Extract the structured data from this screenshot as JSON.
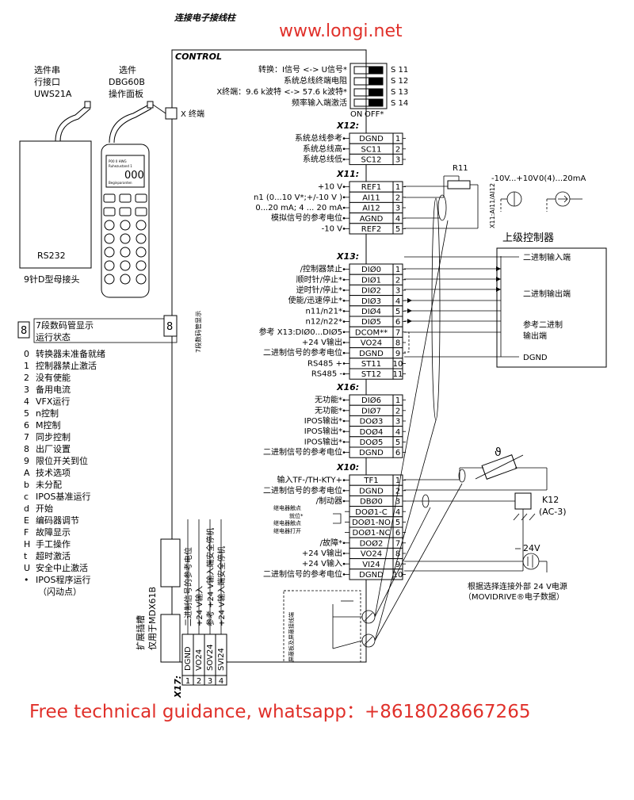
{
  "title": "连接电子接线柱",
  "watermark_top": "www.longi.net",
  "watermark_bottom": "Free technical guidance, whatsapp：+8618028667265",
  "control_label": "CONTROL",
  "uws21a_label": [
    "选件串",
    "行接口",
    "UWS21A"
  ],
  "dbg60b_label": [
    "选件",
    "DBG60B",
    "操作面板"
  ],
  "rs232_label": "RS232",
  "dsub_label": "9针D型母接头",
  "x_terminal_label": "X 终端",
  "keypad": {
    "line1": "P00  0 HWG",
    "line2": "Ruhezustand  1",
    "number": "000",
    "line4": "Beginparanten"
  },
  "switches": [
    {
      "label": "转换：I信号 <-> U信号*",
      "code": "S 11"
    },
    {
      "label": "系统总线终端电阻",
      "code": "S 12"
    },
    {
      "label": "X终端：9.6 k波特 <-> 57.6 k波特*",
      "code": "S 13"
    },
    {
      "label": "频率输入端激活",
      "code": "S 14"
    }
  ],
  "switch_on": "ON",
  "switch_off": "OFF*",
  "x12": {
    "name": "X12:",
    "rows": [
      {
        "desc": "系统总线参考",
        "pin": "DGND",
        "num": "1"
      },
      {
        "desc": "系统总线高",
        "pin": "SC11",
        "num": "2"
      },
      {
        "desc": "系统总线低",
        "pin": "SC12",
        "num": "3"
      }
    ]
  },
  "x11": {
    "name": "X11:",
    "rows": [
      {
        "desc": "+10 V",
        "pin": "REF1",
        "num": "1"
      },
      {
        "desc": "n1 (0...10 V*;+/-10 V )",
        "pin": "AI11",
        "num": "2"
      },
      {
        "desc": "0...20 mA; 4 ... 20 mA",
        "pin": "AI12",
        "num": "3"
      },
      {
        "desc": "模拟信号的参考电位",
        "pin": "AGND",
        "num": "4"
      },
      {
        "desc": "-10 V",
        "pin": "REF2",
        "num": "5"
      }
    ]
  },
  "r11_label": "R11",
  "analog_src": {
    "u_range": "-10V...+10V",
    "i_range": "0(4)...20mA",
    "vlabel": "X11:AI11/AI12"
  },
  "x13": {
    "name": "X13:",
    "rows": [
      {
        "desc": "/控制器禁止",
        "pin": "DIØ0",
        "num": "1"
      },
      {
        "desc": "顺时针/停止*",
        "pin": "DIØ1",
        "num": "2"
      },
      {
        "desc": "逆时针/停止*",
        "pin": "DIØ2",
        "num": "3"
      },
      {
        "desc": "使能/迅速停止*",
        "pin": "DIØ3",
        "num": "4"
      },
      {
        "desc": "n11/n21*",
        "pin": "DIØ4",
        "num": "5"
      },
      {
        "desc": "n12/n22*",
        "pin": "DIØ5",
        "num": "6"
      },
      {
        "desc": "参考  X13:DIØ0...DIØ5",
        "pin": "DCOM**",
        "num": "7"
      },
      {
        "desc": "+24 V输出",
        "pin": "VO24",
        "num": "8"
      },
      {
        "desc": "二进制信号的参考电位",
        "pin": "DGND",
        "num": "9"
      },
      {
        "desc": "RS485 +",
        "pin": "ST11",
        "num": "10"
      },
      {
        "desc": "RS485 -",
        "pin": "ST12",
        "num": "11"
      }
    ]
  },
  "upper_controller": {
    "title": "上级控制器",
    "bin_in": "二进制输入端",
    "bin_out": "二进制输出端",
    "ref1": "参考二进制",
    "ref2": "输出端",
    "dgnd": "DGND"
  },
  "x16": {
    "name": "X16:",
    "rows": [
      {
        "desc": "无功能*",
        "pin": "DIØ6",
        "num": "1"
      },
      {
        "desc": "无功能*",
        "pin": "DIØ7",
        "num": "2"
      },
      {
        "desc": "IPOS输出*",
        "pin": "DOØ3",
        "num": "3"
      },
      {
        "desc": "IPOS输出*",
        "pin": "DOØ4",
        "num": "4"
      },
      {
        "desc": "IPOS输出*",
        "pin": "DOØ5",
        "num": "5"
      },
      {
        "desc": "二进制信号的参考电位",
        "pin": "DGND",
        "num": "6"
      }
    ]
  },
  "x10": {
    "name": "X10:",
    "rows": [
      {
        "desc": "输入TF-/TH-KTY+",
        "pin": "TF1",
        "num": "1"
      },
      {
        "desc": "二进制信号的参考电位",
        "pin": "DGND",
        "num": "2"
      },
      {
        "desc": "/制动器",
        "pin": "DBØ0",
        "num": "3"
      },
      {
        "desc": "",
        "pin": "DOØ1-C",
        "num": "4"
      },
      {
        "desc": "",
        "pin": "DOØ1-NO",
        "num": "5"
      },
      {
        "desc": "",
        "pin": "DOØ1-NC",
        "num": "6"
      },
      {
        "desc": "/故障*",
        "pin": "DOØ2",
        "num": "7"
      },
      {
        "desc": "+24 V输出",
        "pin": "VO24",
        "num": "8"
      },
      {
        "desc": "+24 V输入",
        "pin": "VI24",
        "num": "9"
      },
      {
        "desc": "二进制信号的参考电位",
        "pin": "DGND",
        "num": "10"
      }
    ]
  },
  "relay_labels": {
    "contact": "继电器触点",
    "ready": "就位*",
    "close": "继电器触点",
    "open": "继电器打开"
  },
  "k12": {
    "name": "K12",
    "sub": "(AC-3)"
  },
  "theta": "ϑ",
  "supply_24v": "24V",
  "supply_note1": "根据选择连接外部 24 V电源",
  "supply_note2": "（MOVIDRIVE®电子数据）",
  "shield_label": "屏蔽板及屏蔽接线端",
  "seg_display": {
    "title": "7段数码管显示",
    "sub": "运行状态",
    "vertical": "7段数码管显示",
    "symbol": "8"
  },
  "status_codes": [
    {
      "code": "0",
      "text": "转换器未准备就绪"
    },
    {
      "code": "1",
      "text": "控制器禁止激活"
    },
    {
      "code": "2",
      "text": "没有使能"
    },
    {
      "code": "3",
      "text": "备用电流"
    },
    {
      "code": "4",
      "text": "VFX运行"
    },
    {
      "code": "5",
      "text": "n控制"
    },
    {
      "code": "6",
      "text": "M控制"
    },
    {
      "code": "7",
      "text": "同步控制"
    },
    {
      "code": "8",
      "text": "出厂设置"
    },
    {
      "code": "9",
      "text": "限位开关到位"
    },
    {
      "code": "A",
      "text": "技术选项"
    },
    {
      "code": "b",
      "text": "未分配"
    },
    {
      "code": "c",
      "text": "IPOS基准运行"
    },
    {
      "code": "d",
      "text": "开始"
    },
    {
      "code": "E",
      "text": "编码器调节"
    },
    {
      "code": "F",
      "text": "故障显示"
    },
    {
      "code": "H",
      "text": "手工操作"
    },
    {
      "code": "t",
      "text": "超时激活"
    },
    {
      "code": "U",
      "text": "安全中止激活"
    },
    {
      "code": "•",
      "text": "IPOS程序运行"
    },
    {
      "code": "",
      "text": "（闪动点）"
    }
  ],
  "expansion_slot": [
    "扩展插槽",
    "仅用于MDX61B"
  ],
  "x17": {
    "name": "X17:",
    "pins": [
      {
        "num": "1",
        "pin": "DGND",
        "desc": "二进制信号的参考电位"
      },
      {
        "num": "2",
        "pin": "VO24",
        "desc": "+24 V输入"
      },
      {
        "num": "3",
        "pin": "SOV24",
        "desc": "参考 +24 V输入端安全停机"
      },
      {
        "num": "4",
        "pin": "SVI24",
        "desc": "+24 V输入端安全停机"
      }
    ]
  },
  "colors": {
    "watermark": "#e0302a"
  }
}
